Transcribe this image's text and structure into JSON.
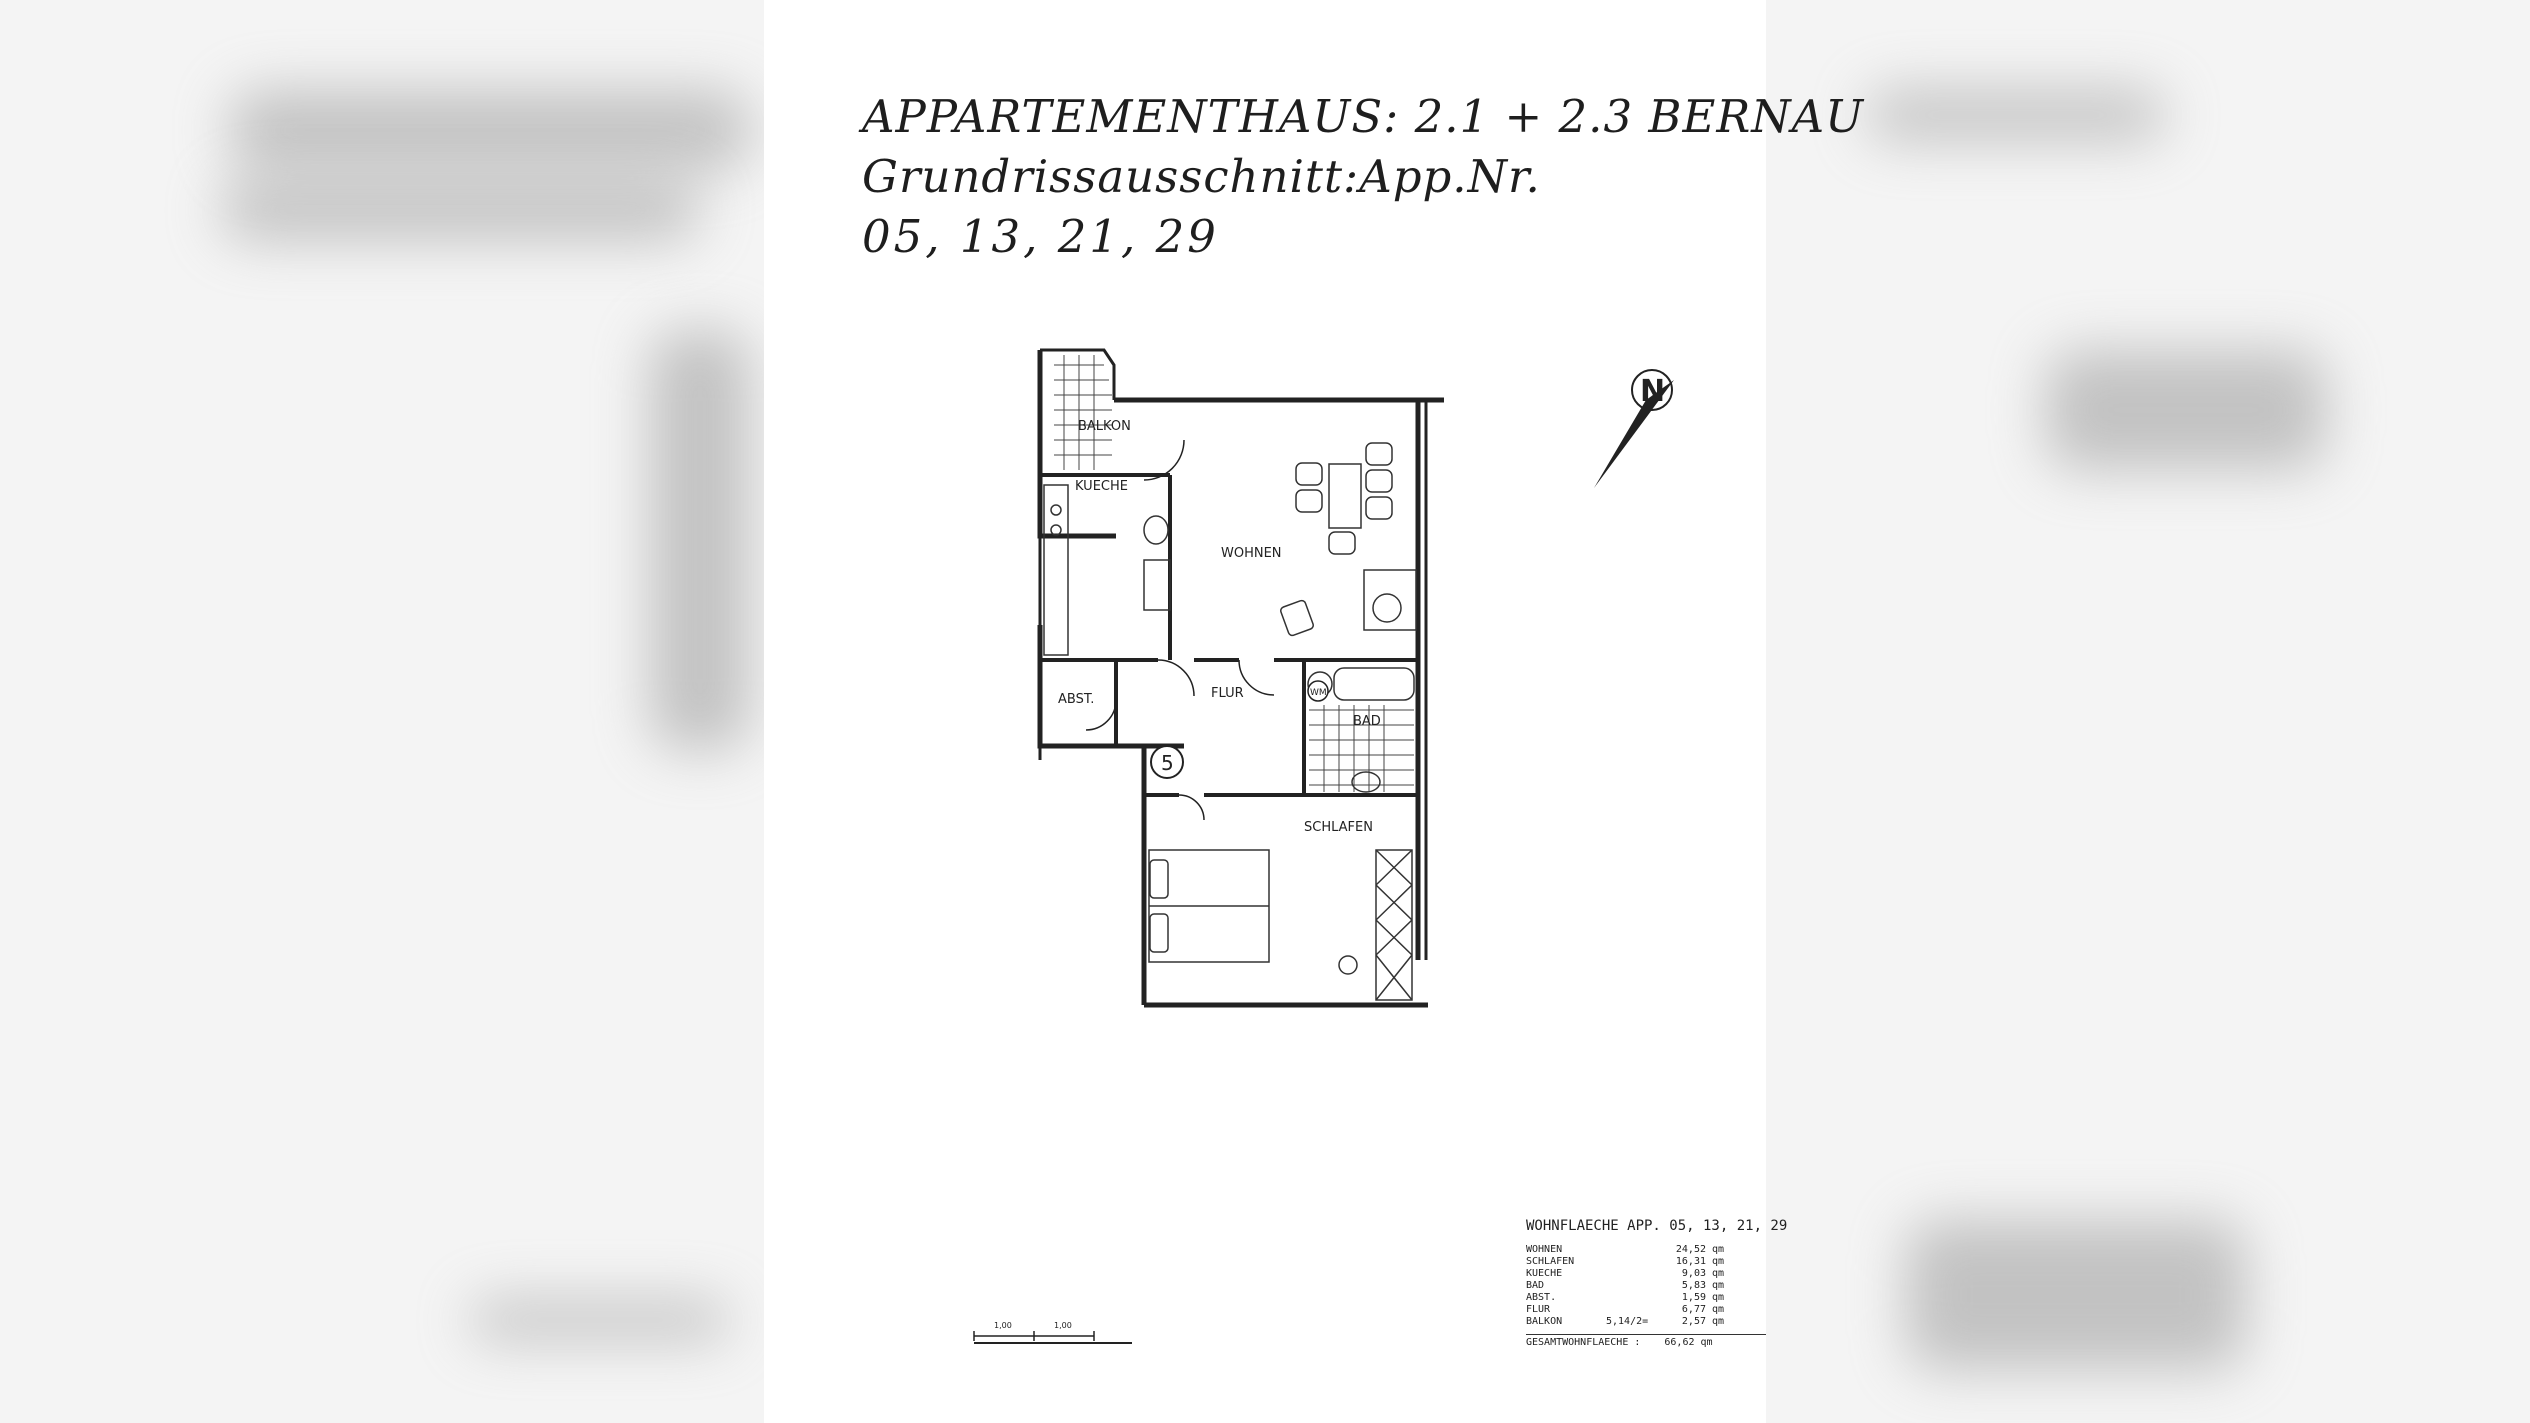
{
  "header": {
    "title": "APPARTEMENTHAUS: 2.1 + 2.3 BERNAU",
    "subtitle": "Grundrissausschnitt:App.Nr.",
    "apartments": "05, 13, 21, 29"
  },
  "rooms": {
    "balkon": "BALKON",
    "kueche": "KUECHE",
    "wohnen": "WOHNEN",
    "flur": "FLUR",
    "abst": "ABST.",
    "bad": "BAD",
    "schlafen": "SCHLAFEN",
    "wm": "WM",
    "unit_number": "5"
  },
  "compass": {
    "letter": "N"
  },
  "scale_bar": {
    "labels": [
      "1,00",
      "1,00"
    ]
  },
  "area_table": {
    "heading": "WOHNFLAECHE APP. 05, 13, 21, 29",
    "rows": [
      {
        "name": "WOHNEN",
        "extra": "",
        "value": "24,52",
        "unit": "qm"
      },
      {
        "name": "SCHLAFEN",
        "extra": "",
        "value": "16,31",
        "unit": "qm"
      },
      {
        "name": "KUECHE",
        "extra": "",
        "value": "9,03",
        "unit": "qm"
      },
      {
        "name": "BAD",
        "extra": "",
        "value": "5,83",
        "unit": "qm"
      },
      {
        "name": "ABST.",
        "extra": "",
        "value": "1,59",
        "unit": "qm"
      },
      {
        "name": "FLUR",
        "extra": "",
        "value": "6,77",
        "unit": "qm"
      },
      {
        "name": "BALKON",
        "extra": "5,14/2=",
        "value": "2,57",
        "unit": "qm"
      }
    ],
    "total_label": "GESAMTWOHNFLAECHE :",
    "total_value": "66,62",
    "total_unit": "qm"
  }
}
